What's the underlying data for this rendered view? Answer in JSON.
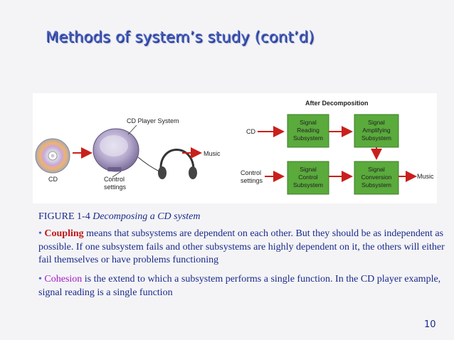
{
  "slide": {
    "title": "Methods of system’s study (cont’d)",
    "page_number": "10"
  },
  "figure": {
    "cd_label": "CD",
    "player_title": "CD Player System",
    "control_label_1": "Control",
    "control_label_2": "settings",
    "music_label": "Music",
    "after_title": "After Decomposition",
    "input_cd": "CD",
    "input_control_1": "Control",
    "input_control_2": "settings",
    "output_music": "Music",
    "boxes": {
      "reading": [
        "Signal",
        "Reading",
        "Subsystem"
      ],
      "amplifying": [
        "Signal",
        "Amplifying",
        "Subsystem"
      ],
      "control": [
        "Signal",
        "Control",
        "Subsystem"
      ],
      "conversion": [
        "Signal",
        "Conversion",
        "Subsystem"
      ]
    },
    "colors": {
      "box_green": "#5aaa3c",
      "box_text": "#222222",
      "arrow": "#c8201c"
    }
  },
  "caption": {
    "prefix": "FIGURE 1-4 ",
    "text": "Decomposing a CD  system"
  },
  "paragraphs": {
    "coupling_bullet": "•",
    "coupling_term": "Coupling",
    "coupling_text": "  means that subsystems are dependent on each other. But they should be as independent as possible. If one subsystem fails and other subsystems are highly dependent on it, the others will either fail themselves or have problems functioning",
    "cohesion_bullet": "•",
    "cohesion_term": "Cohesion",
    "cohesion_text": " is the extend to which a subsystem performs a single function. In the CD player example, signal reading is a single function"
  }
}
